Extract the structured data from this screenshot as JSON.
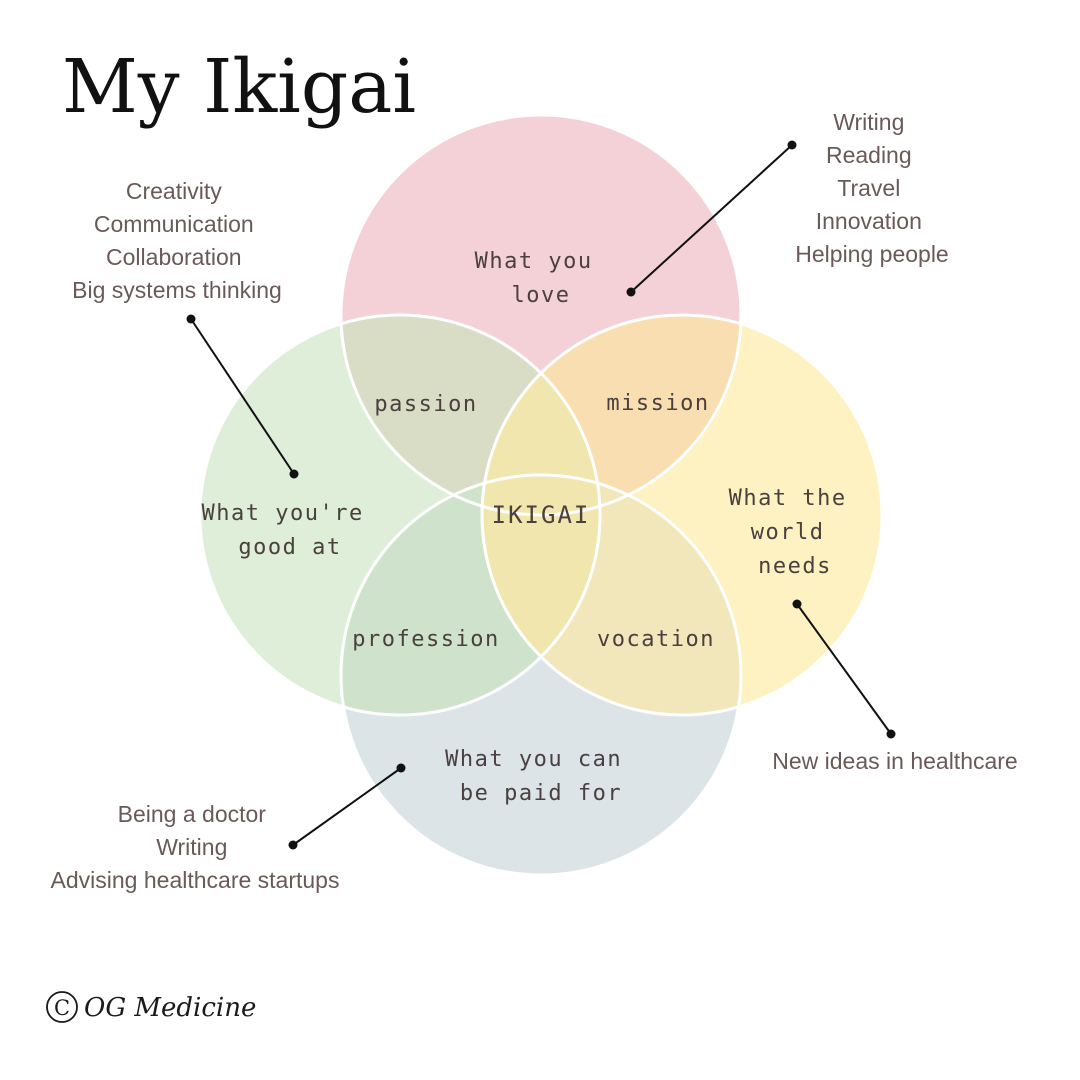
{
  "title": "My Ikigai",
  "colors": {
    "love": "#f3d1d6",
    "good": "#deeed8",
    "world": "#fff2c2",
    "paid": "#dde4e8",
    "passion": "#d9ddc6",
    "mission": "#f9deb1",
    "profession": "#cfe3cc",
    "vocation": "#f2e7bb",
    "ikigai": "#f1e6ae",
    "outline": "#ffffff",
    "label": "#4a403d",
    "note": "#6a5a57"
  },
  "circles": {
    "love": [
      "What you",
      "love"
    ],
    "good": [
      "What you're",
      "good at"
    ],
    "world": [
      "What the",
      "world",
      "needs"
    ],
    "paid": [
      "What you can",
      "be paid for"
    ]
  },
  "overlaps": {
    "passion": "passion",
    "mission": "mission",
    "profession": "profession",
    "vocation": "vocation",
    "center": "IKIGAI"
  },
  "notes": {
    "love": [
      "Writing",
      "Reading",
      "Travel",
      "Innovation",
      "Helping people"
    ],
    "good": [
      "Creativity",
      "Communication",
      "Collaboration",
      "Big systems thinking"
    ],
    "world": [
      "New ideas in healthcare"
    ],
    "paid": [
      "Being a doctor",
      "Writing",
      "Advising healthcare startups"
    ]
  },
  "footer": {
    "symbol": "©",
    "text": "OG Medicine"
  }
}
